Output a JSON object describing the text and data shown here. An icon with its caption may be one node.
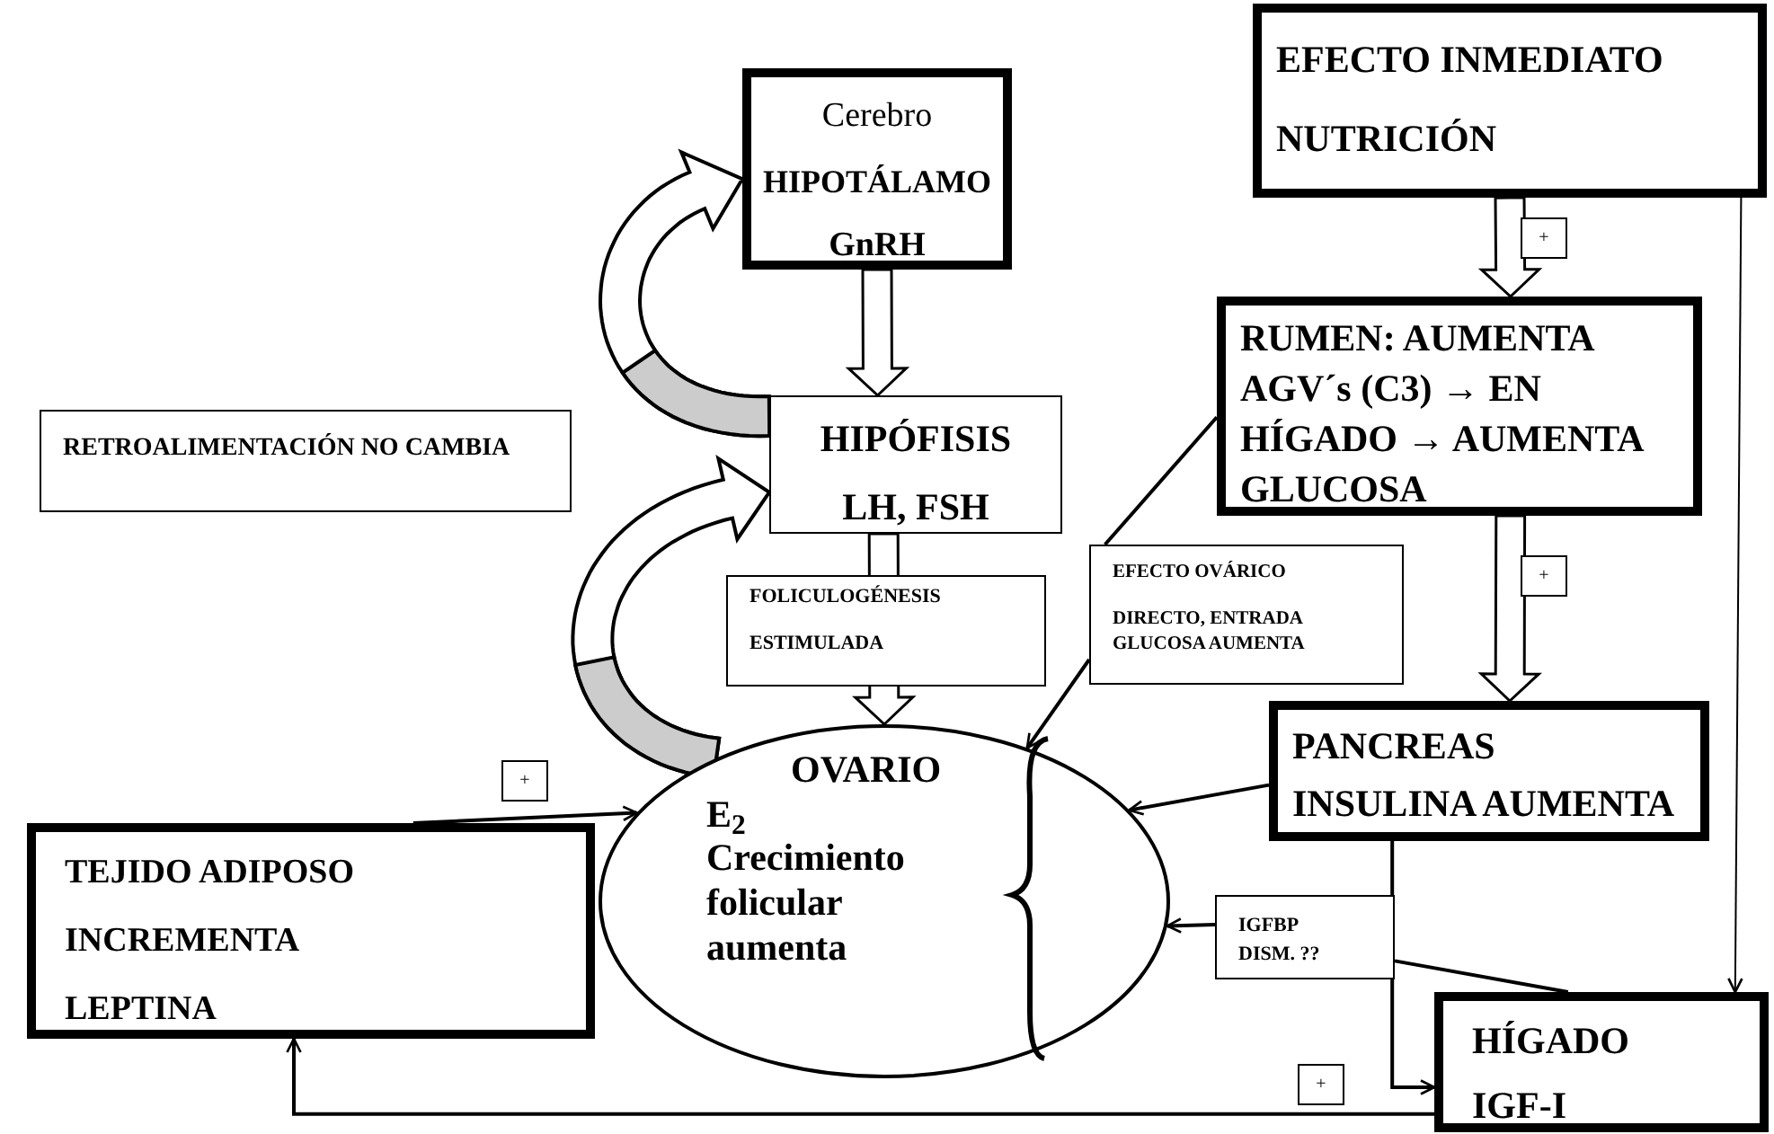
{
  "diagram": {
    "nodes": [
      {
        "text": [
          "Cerebro",
          "HIPOTÁLAMO",
          "GnRH"
        ]
      },
      {
        "text": [
          "HIPÓFISIS",
          "LH, FSH"
        ]
      },
      {
        "text": [
          "RETROALIMENTACIÓN NO CAMBIA"
        ]
      },
      {
        "text": [
          "FOLICULOGÉNESIS",
          "ESTIMULADA"
        ]
      },
      {
        "text": [
          "OVARIO",
          "E$_{2}$",
          "Crecimiento folicular aumenta"
        ]
      },
      {
        "text": [
          "EFECTO INMEDIATO NUTRICIÓN"
        ]
      },
      {
        "text": [
          "RUMEN: AUMENTA AGV´s (C3) → EN HÍGADO → AUMENTA GLUCOSA"
        ]
      },
      {
        "text": [
          "EFECTO OVÁRICO",
          "DIRECTO, ENTRADA GLUCOSA AUMENTA"
        ]
      },
      {
        "text": [
          "PANCREAS INSULINA AUMENTA"
        ]
      },
      {
        "text": [
          "TEJIDO ADIPOSO INCREMENTA LEPTINA"
        ]
      },
      {
        "text": [
          "IGFBP DISM. ??"
        ]
      },
      {
        "text": [
          "HÍGADO",
          "IGF-I"
        ]
      },
      {
        "text": [
          "+"
        ]
      },
      {
        "text": [
          "+"
        ]
      },
      {
        "text": [
          "+"
        ]
      },
      {
        "text": [
          "+"
        ]
      }
    ],
    "edges": [
      {
        "from": 0,
        "to": 1,
        "arrow": "to"
      },
      {
        "from": 1,
        "to": 4,
        "arrow": "to"
      },
      {
        "from": 4,
        "to": 1,
        "arrow": "to"
      },
      {
        "from": 1,
        "to": 0,
        "arrow": "to"
      },
      {
        "from": 5,
        "to": 6,
        "arrow": "to"
      },
      {
        "from": 6,
        "to": 8,
        "arrow": "to"
      },
      {
        "from": 6,
        "to": 7,
        "arrow": "none"
      },
      {
        "from": 7,
        "to": 4,
        "arrow": "to"
      },
      {
        "from": 8,
        "to": 4,
        "arrow": "to"
      },
      {
        "from": 8,
        "to": 11,
        "arrow": "to"
      },
      {
        "from": 5,
        "to": 11,
        "arrow": "to"
      },
      {
        "from": 11,
        "to": 10,
        "arrow": "none"
      },
      {
        "from": 10,
        "to": 4,
        "arrow": "to"
      },
      {
        "from": 11,
        "to": 9,
        "arrow": "to"
      },
      {
        "from": 9,
        "to": 4,
        "arrow": "to"
      }
    ]
  }
}
